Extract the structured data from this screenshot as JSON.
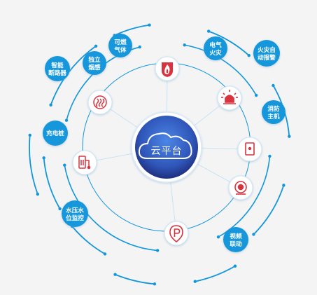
{
  "center": {
    "label": "云平台"
  },
  "colors": {
    "accent": "#1296db",
    "center_inner": "#3a73d6",
    "center_outer": "#24388c",
    "icon_red": "#d9333f",
    "line": "#bfe0f4"
  },
  "icon_nodes": [
    {
      "icon": "fire-icon"
    },
    {
      "icon": "alarm-light-icon"
    },
    {
      "icon": "hydrant-box-icon"
    },
    {
      "icon": "camera-icon"
    },
    {
      "icon": "parking-icon"
    },
    {
      "icon": "charging-pile-icon"
    },
    {
      "icon": "heat-wave-icon"
    }
  ],
  "labels": [
    {
      "lines": [
        "可燃",
        "气体"
      ]
    },
    {
      "lines": [
        "电气",
        "火灾"
      ]
    },
    {
      "lines": [
        "火灾自",
        "动报警"
      ]
    },
    {
      "lines": [
        "独立",
        "烟感"
      ]
    },
    {
      "lines": [
        "智能",
        "断路器"
      ]
    },
    {
      "lines": [
        "消防",
        "主机"
      ]
    },
    {
      "lines": [
        "充电桩"
      ]
    },
    {
      "lines": [
        "水压水",
        "位监控"
      ]
    },
    {
      "lines": [
        "视频",
        "联动"
      ]
    }
  ]
}
